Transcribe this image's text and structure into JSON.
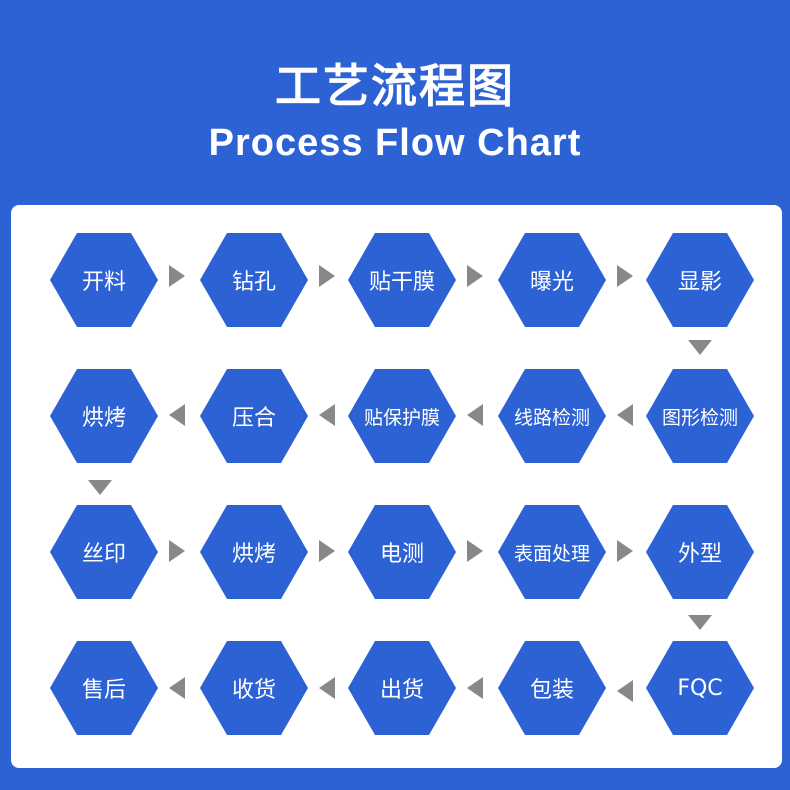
{
  "title": "工艺流程图",
  "subtitle": "Process Flow Chart",
  "steps": [
    "开料",
    "钻孔",
    "贴干膜",
    "曝光",
    "显影",
    "图形检测",
    "线路检测",
    "贴保护膜",
    "压合",
    "烘烤",
    "丝印",
    "烘烤",
    "电测",
    "表面处理",
    "外型",
    "FQC",
    "包装",
    "出货",
    "收货",
    "售后"
  ],
  "colors": {
    "accent": "#2d62d5",
    "panel": "#ffffff",
    "arrow": "#888888"
  }
}
